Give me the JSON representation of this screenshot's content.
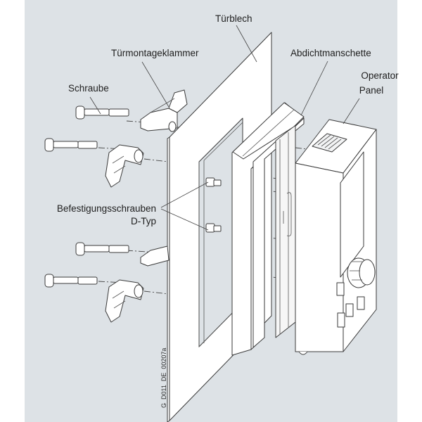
{
  "diagram": {
    "title": "Door mounting of Operator Panel (exploded view)",
    "background_color": "#dde2e6",
    "labels": {
      "door_sheet": "Türblech",
      "door_clamp": "Türmontageklammer",
      "screw": "Schraube",
      "seal": "Abdichtmanschette",
      "operator_panel_line1": "Operator",
      "operator_panel_line2": "Panel",
      "fixing_screws_line1": "Befestigungsschrauben",
      "fixing_screws_line2": "D-Typ"
    },
    "figure_code": "G_D011_DE_00207a",
    "parts": [
      {
        "name": "Schraube",
        "count": 4
      },
      {
        "name": "Türmontageklammer",
        "count": 4
      },
      {
        "name": "Türblech",
        "count": 1
      },
      {
        "name": "Befestigungsschrauben D-Typ",
        "count": 2
      },
      {
        "name": "Abdichtmanschette",
        "count": 1
      },
      {
        "name": "Operator Panel",
        "count": 1
      }
    ]
  }
}
